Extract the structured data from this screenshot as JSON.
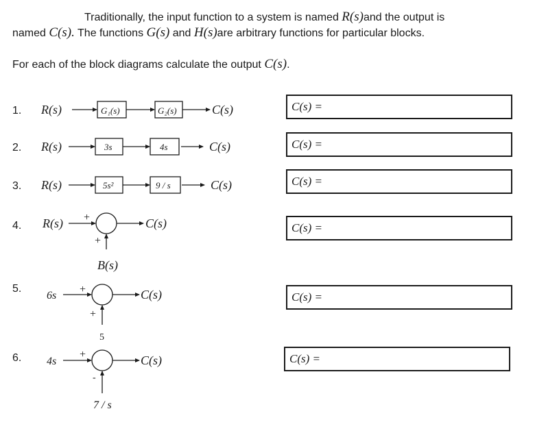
{
  "intro": {
    "line1_a": "Traditionally, the input function to a system is named ",
    "line1_r": "R(s)",
    "line1_b": "and the output is",
    "line2_a": "named ",
    "line2_c": "C(s).",
    "line2_b": " The functions ",
    "line2_g": "G(s)",
    "line2_and": " and ",
    "line2_h": "H(s)",
    "line2_d": "are arbitrary functions for particular blocks.",
    "task_a": "For each of the block diagrams calculate the output ",
    "task_c": "C(s)",
    "task_dot": "."
  },
  "problems": [
    {
      "number": "1.",
      "input": "R(s)",
      "blocks": [
        "G₁(s)",
        "G₂(s)"
      ],
      "output": "C(s)",
      "answer_label": "C(s) ="
    },
    {
      "number": "2.",
      "input": "R(s)",
      "blocks": [
        "3s",
        "4s"
      ],
      "output": "C(s)",
      "answer_label": "C(s) ="
    },
    {
      "number": "3.",
      "input": "R(s)",
      "blocks": [
        "5s²",
        "9 / s"
      ],
      "output": "C(s)",
      "answer_label": "C(s) ="
    },
    {
      "number": "4.",
      "input": "R(s)",
      "second_input": "B(s)",
      "sign_top": "+",
      "sign_bottom": "+",
      "output": "C(s)",
      "answer_label": "C(s) ="
    },
    {
      "number": "5.",
      "input": "6s",
      "second_input": "5",
      "sign_top": "+",
      "sign_bottom": "+",
      "output": "C(s)",
      "answer_label": "C(s) ="
    },
    {
      "number": "6.",
      "input": "4s",
      "second_input": "7 / s",
      "sign_top": "+",
      "sign_bottom": "-",
      "output": "C(s)",
      "answer_label": "C(s) ="
    }
  ]
}
